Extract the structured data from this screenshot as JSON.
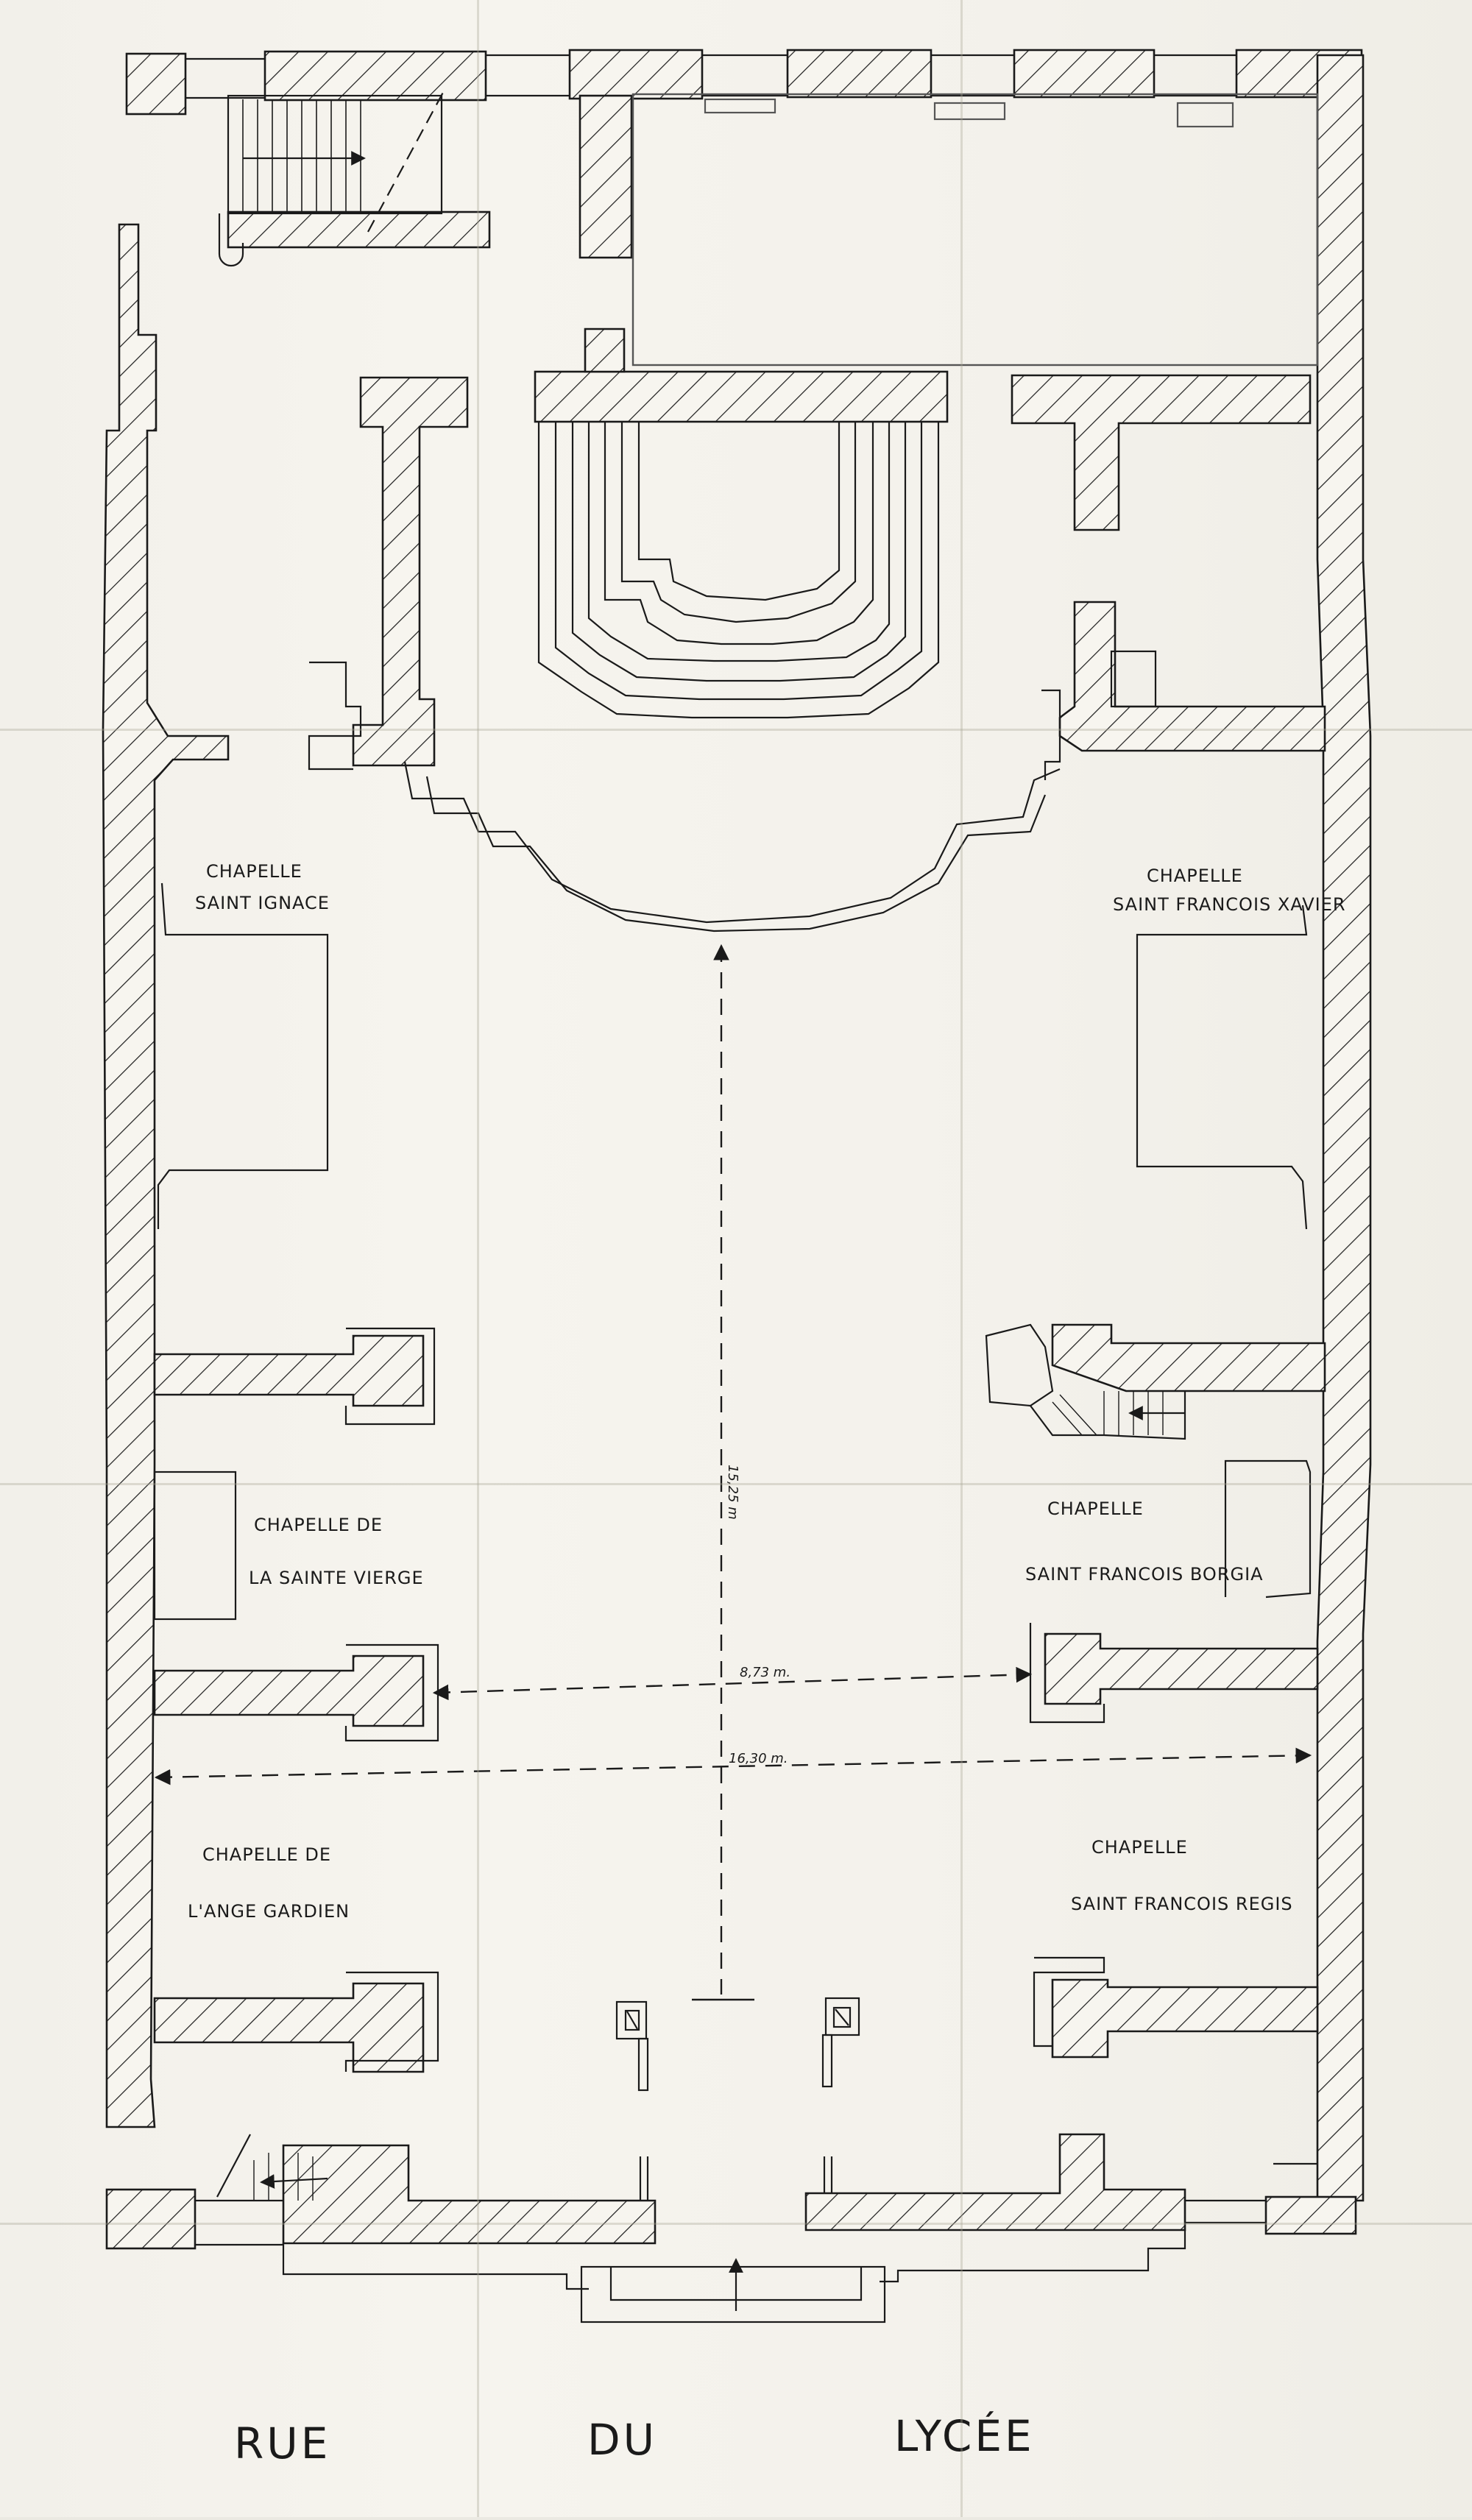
{
  "plan": {
    "chapels": {
      "saint_ignace": [
        "CHAPELLE",
        "SAINT IGNACE"
      ],
      "saint_francois_xavier": [
        "CHAPELLE",
        "SAINT FRANCOIS XAVIER"
      ],
      "sainte_vierge": [
        "CHAPELLE DE",
        "LA SAINTE VIERGE"
      ],
      "saint_francois_borgia": [
        "CHAPELLE",
        "SAINT FRANCOIS BORGIA"
      ],
      "ange_gardien": [
        "CHAPELLE DE",
        "L'ANGE GARDIEN"
      ],
      "saint_francois_regis": [
        "CHAPELLE",
        "SAINT FRANCOIS REGIS"
      ]
    },
    "dimensions": {
      "nave_length": "15,25 m",
      "width_between_piers": "8,73 m.",
      "total_width": "16,30 m."
    },
    "street": {
      "word1": "RUE",
      "word2": "DU",
      "word3": "LYCÉE"
    }
  },
  "colors": {
    "paper": "#f5f3ed",
    "ink": "#1a1a1a",
    "pencil": "#6a6a6a"
  }
}
